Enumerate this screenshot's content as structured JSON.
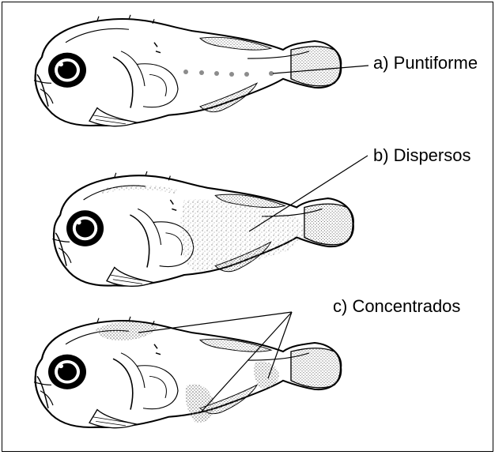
{
  "labels": {
    "a": "a) Puntiforme",
    "b": "b) Dispersos",
    "c": "c) Concentrados"
  },
  "colors": {
    "line": "#000000",
    "pigment": "#8c8c8c",
    "background": "#ffffff"
  },
  "fish": [
    {
      "name": "larva-puntiforme",
      "pigment_pattern": "puntiforme"
    },
    {
      "name": "larva-dispersos",
      "pigment_pattern": "dispersos"
    },
    {
      "name": "larva-concentrados",
      "pigment_pattern": "concentrados"
    }
  ]
}
